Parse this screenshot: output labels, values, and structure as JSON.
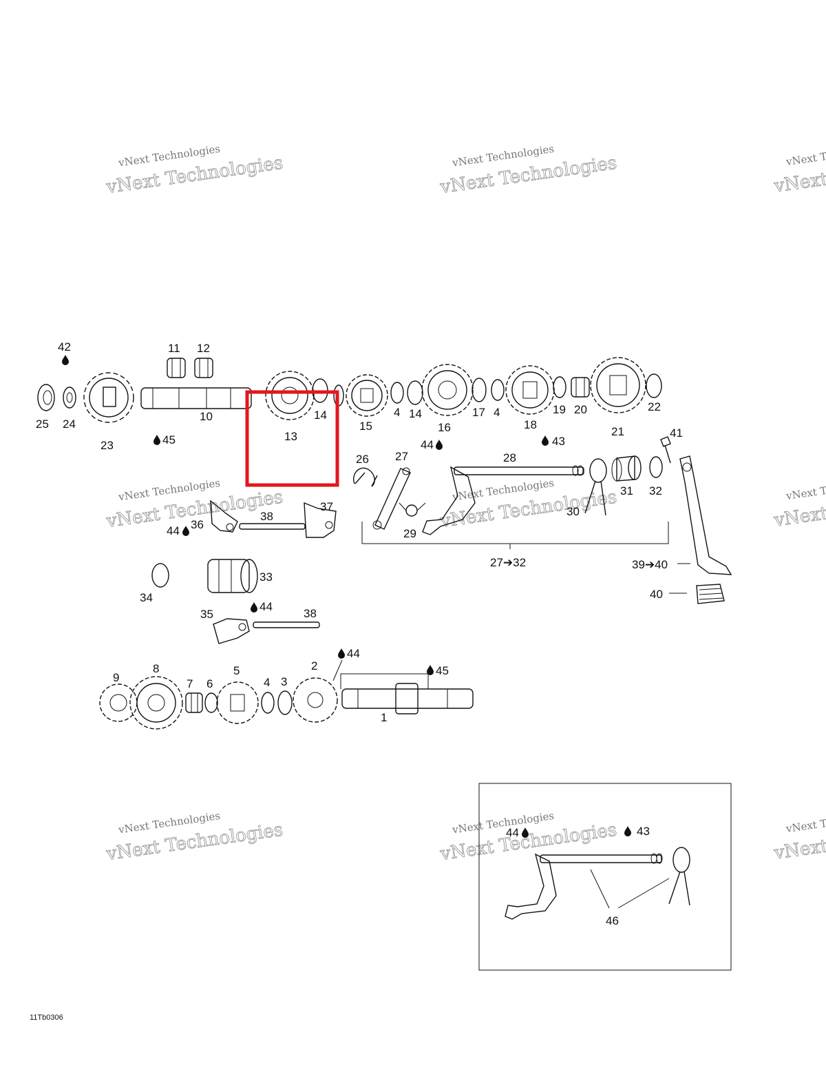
{
  "diagram_code": "11Tb0306",
  "watermark": {
    "line1": "vNext Technologies",
    "line2": "vNext Technologies"
  },
  "highlight": {
    "color": "#e3171c",
    "target_part": "13"
  },
  "labels": {
    "p1": "1",
    "p2": "2",
    "p3": "3",
    "p4a": "4",
    "p4b": "4",
    "p4c": "4",
    "p5": "5",
    "p6": "6",
    "p7": "7",
    "p8": "8",
    "p9": "9",
    "p10": "10",
    "p11": "11",
    "p12": "12",
    "p13": "13",
    "p14a": "14",
    "p14b": "14",
    "p15": "15",
    "p16": "16",
    "p17": "17",
    "p18": "18",
    "p19": "19",
    "p20": "20",
    "p21": "21",
    "p22": "22",
    "p23": "23",
    "p24": "24",
    "p25": "25",
    "p26": "26",
    "p27": "27",
    "p28": "28",
    "p29": "29",
    "p30": "30",
    "p31": "31",
    "p32": "32",
    "p33": "33",
    "p34": "34",
    "p35": "35",
    "p36": "36",
    "p37": "37",
    "p38a": "38",
    "p38b": "38",
    "p40": "40",
    "p41": "41",
    "p42": "42",
    "p43a": "43",
    "p43b": "43",
    "p44a": "44",
    "p44b": "44",
    "p44c": "44",
    "p44d": "44",
    "p44e": "44",
    "p45a": "45",
    "p45b": "45",
    "p46": "46",
    "range_27_32": "27➔32",
    "range_39_40": "39➔40"
  }
}
